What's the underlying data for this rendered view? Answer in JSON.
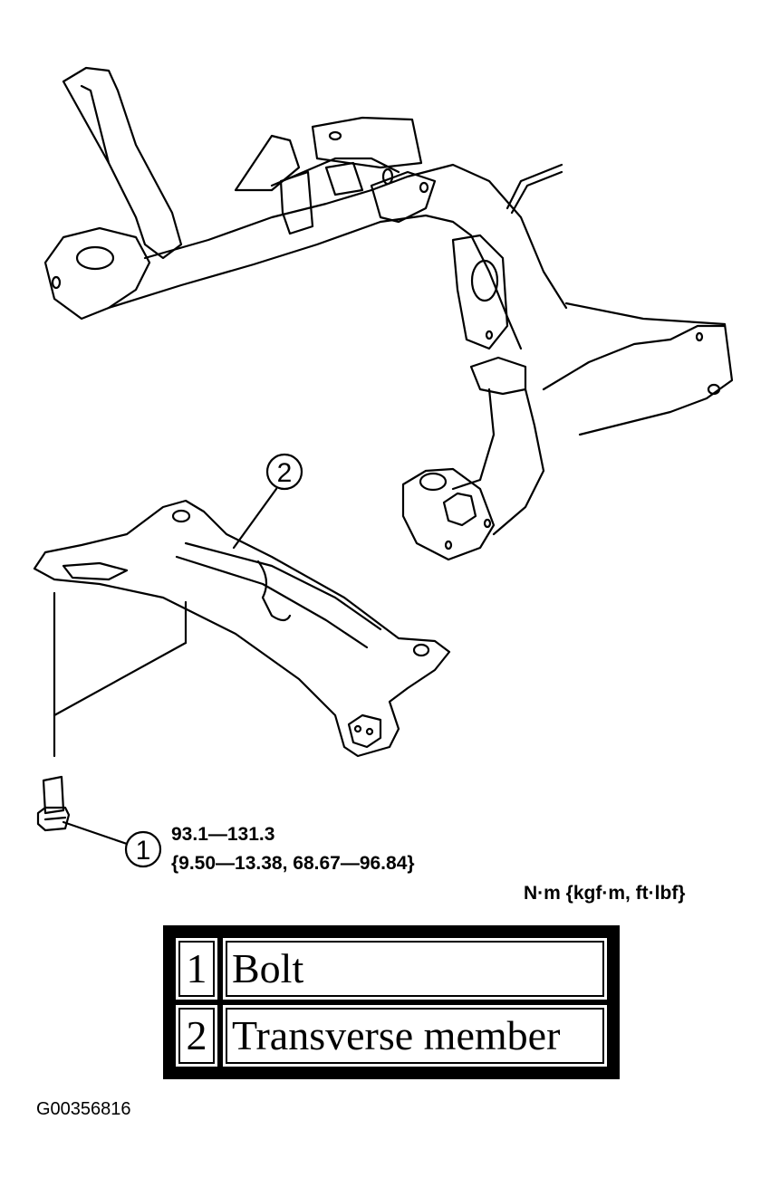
{
  "callouts": [
    {
      "number": "1"
    },
    {
      "number": "2"
    }
  ],
  "torque_spec": {
    "range": "93.1—131.3",
    "alternate_units": "{9.50—13.38, 68.67—96.84}"
  },
  "unit_label": "N·m {kgf·m, ft·lbf}",
  "legend": [
    {
      "number": "1",
      "label": "Bolt"
    },
    {
      "number": "2",
      "label": "Transverse member"
    }
  ],
  "figure_code": "G00356816"
}
